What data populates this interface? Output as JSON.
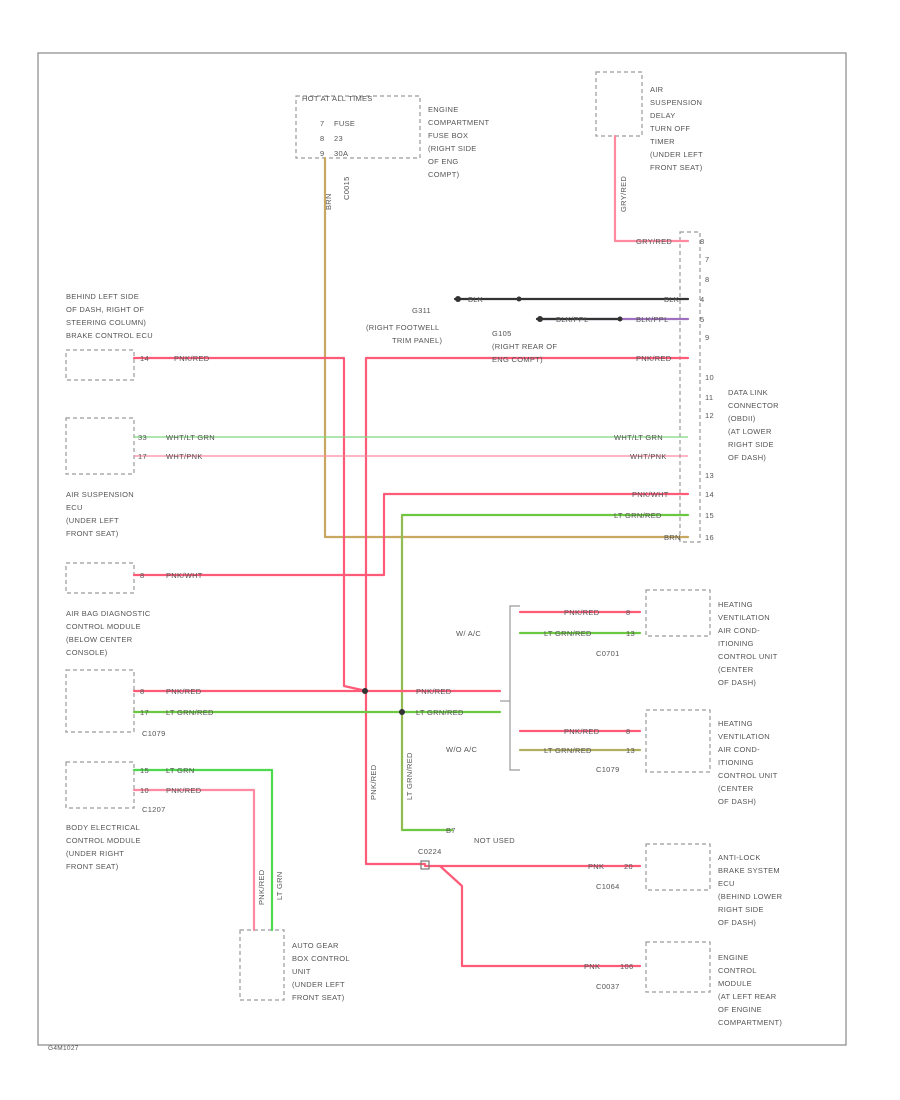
{
  "colors": {
    "pink_red": "#ff5a78",
    "pink": "#ff9ab0",
    "light_green": "#4ed84e",
    "white_light_green": "#b8f0a8",
    "tan": "#c8a860",
    "olive": "#b0b060",
    "black": "#333333",
    "violet": "#a070c0",
    "frame": "#888888"
  },
  "components": {
    "fuse_box": [
      "HOT AT ALL TIMES",
      "FUSE",
      "23",
      "30A"
    ],
    "fuse_box_desc": [
      "ENGINE",
      "COMPARTMENT",
      "FUSE BOX",
      "(RIGHT SIDE",
      "OF ENG",
      "COMPT)"
    ],
    "air_susp_relay": [
      "AIR",
      "SUSPENSION",
      "DELAY",
      "TURN OFF",
      "TIMER",
      "(UNDER LEFT",
      "FRONT SEAT)"
    ],
    "brake_ecu": [
      "BEHIND LEFT SIDE",
      "OF DASH, RIGHT OF",
      "STEERING COLUMN)",
      "BRAKE CONTROL ECU"
    ],
    "air_susp_ecu": [
      "AIR SUSPENSION",
      "ECU",
      "(UNDER LEFT",
      "FRONT SEAT)"
    ],
    "airbag": [
      "AIR BAG DIAGNOSTIC",
      "CONTROL MODULE",
      "(BELOW CENTER",
      "CONSOLE)"
    ],
    "bcm": [
      "BODY ELECTRICAL",
      "CONTROL MODULE",
      "(UNDER RIGHT",
      "FRONT SEAT)"
    ],
    "agb": [
      "AUTO GEAR",
      "BOX CONTROL",
      "UNIT",
      "(UNDER LEFT",
      "FRONT SEAT)"
    ],
    "dlc": [
      "DATA LINK",
      "CONNECTOR",
      "(OBDII)",
      "(AT LOWER",
      "RIGHT SIDE",
      "OF DASH)"
    ],
    "hvac1": [
      "HEATING",
      "VENTILATION",
      "AIR COND-",
      "ITIONING",
      "CONTROL UNIT",
      "(CENTER",
      "OF DASH)"
    ],
    "hvac2": [
      "HEATING",
      "VENTILATION",
      "AIR COND-",
      "ITIONING",
      "CONTROL UNIT",
      "(CENTER",
      "OF DASH)"
    ],
    "abs": [
      "ANTI-LOCK",
      "BRAKE SYSTEM",
      "ECU",
      "(BEHIND LOWER",
      "RIGHT SIDE",
      "OF DASH)"
    ],
    "ecm": [
      "ENGINE",
      "CONTROL",
      "MODULE",
      "(AT LEFT REAR",
      "OF ENGINE",
      "COMPARTMENT)"
    ]
  },
  "grounds": {
    "g311": [
      "G311",
      "(RIGHT FOOTWELL",
      "TRIM PANEL)"
    ],
    "g105": [
      "G105",
      "(RIGHT REAR OF",
      "ENG COMPT)"
    ]
  },
  "wire_labels": {
    "fuse_out": "BRN",
    "fuse_conn": "C0015",
    "relay_vert": "GRY/RED",
    "relay_horiz": "GRY/RED",
    "blk_left": "BLK",
    "blk_right": "BLK",
    "blk_vio_left": "BLK/PPL",
    "blk_vio_right": "BLK/PPL",
    "brake": "PNK/RED",
    "dlc_7": "PNK/RED",
    "asus_wht_lgrn": "WHT/LT GRN",
    "asus_wht_pnk": "WHT/PNK",
    "dlc_wht_lgrn": "WHT/LT GRN",
    "dlc_wht_pnk": "WHT/PNK",
    "asus2": "PNK/WHT",
    "dlc_pnkwht": "PNK/WHT",
    "dlc_lgrnred": "LT GRN/RED",
    "dlc_brn": "BRN",
    "airbag_pnkred": "PNK/RED",
    "airbag_lgrnred": "LT GRN/RED",
    "splice_pnkred": "PNK/RED",
    "splice_lgrnred": "LT GRN/RED",
    "hvac1_pnkred": "PNK/RED",
    "hvac1_lgrnred": "LT GRN/RED",
    "hvac2_pnkred": "PNK/RED",
    "hvac2_lgrnred": "LT GRN/RED",
    "bcm_lgrn": "LT GRN",
    "bcm_pnkred": "PNK/RED",
    "agb_pnkred": "PNK/RED",
    "agb_lgrn": "LT GRN",
    "vert_pnkred": "PNK/RED",
    "vert_lgrnred": "LT GRN/RED",
    "not_used": "NOT USED",
    "abs_pnk": "PNK",
    "ecm_pnk": "PNK"
  },
  "pins": {
    "fuse": [
      "7",
      "8",
      "9"
    ],
    "dlc": [
      "7",
      "8",
      "9",
      "10",
      "11",
      "12",
      "13",
      "14",
      "15",
      "16"
    ],
    "relay": "8",
    "blk": "4",
    "blk_vio": "5",
    "brake": "14",
    "asus_a": "33",
    "asus_b": "17",
    "asus2": "8",
    "airbag_a": "8",
    "airbag_b": "17",
    "bcm_a": "15",
    "bcm_b": "10",
    "hvac1_a": "8",
    "hvac1_b": "13",
    "hvac2_a": "8",
    "hvac2_b": "13",
    "abs": "20",
    "ecm": "106",
    "notused": "B7"
  },
  "connectors": {
    "c1": "C1079",
    "c2": "C1207",
    "c3": "C0701",
    "c4": "C1079",
    "c5": "C1064",
    "c6": "C0037",
    "splice": "C0224"
  },
  "variants": {
    "auto_ac": "W/ A/C",
    "manual_ac": "W/O A/C"
  },
  "figure_id": "G4M1027"
}
